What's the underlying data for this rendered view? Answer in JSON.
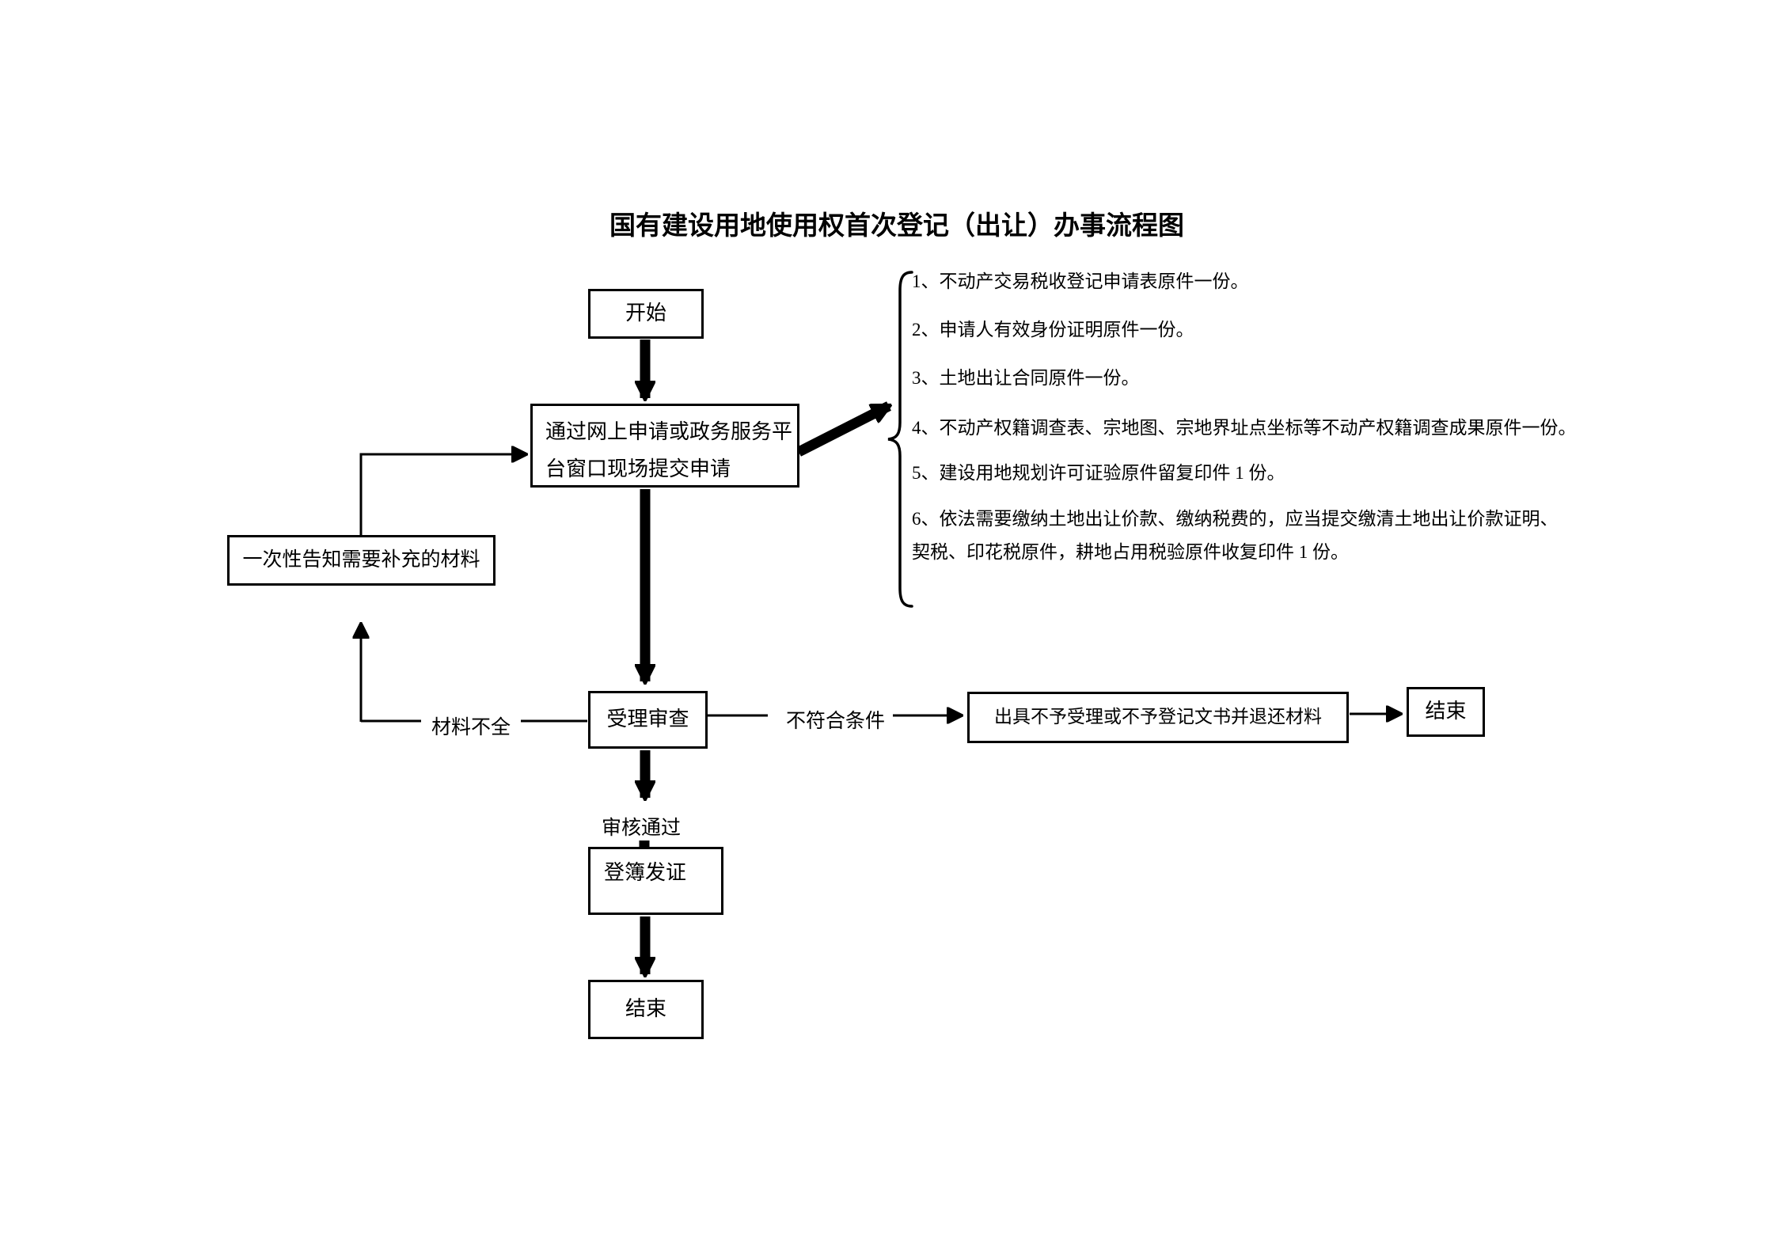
{
  "page": {
    "title": "国有建设用地使用权首次登记（出让）办事流程图",
    "background_color": "#ffffff",
    "ink_color": "#000000"
  },
  "flowchart": {
    "nodes": {
      "start": "开始",
      "submit": "通过网上申请或政务服务平台窗口现场提交申请",
      "notify": "一次性告知需要补充的材料",
      "review": "受理审查",
      "reject": "出具不予受理或不予登记文书并退还材料",
      "end_right": "结束",
      "register": "登簿发证",
      "end_bottom": "结束"
    },
    "edge_labels": {
      "incomplete": "材料不全",
      "not_qualified": "不符合条件",
      "approved": "审核通过"
    }
  },
  "materials": {
    "items": [
      "1、不动产交易税收登记申请表原件一份。",
      "2、申请人有效身份证明原件一份。",
      "3、土地出让合同原件一份。",
      "4、不动产权籍调查表、宗地图、宗地界址点坐标等不动产权籍调查成果原件一份。",
      "5、建设用地规划许可证验原件留复印件 1 份。"
    ],
    "item6_lines": [
      "6、依法需要缴纳土地出让价款、缴纳税费的，应当提交缴清土地出让价款证明、",
      "契税、印花税原件，耕地占用税验原件收复印件 1 份。"
    ]
  }
}
